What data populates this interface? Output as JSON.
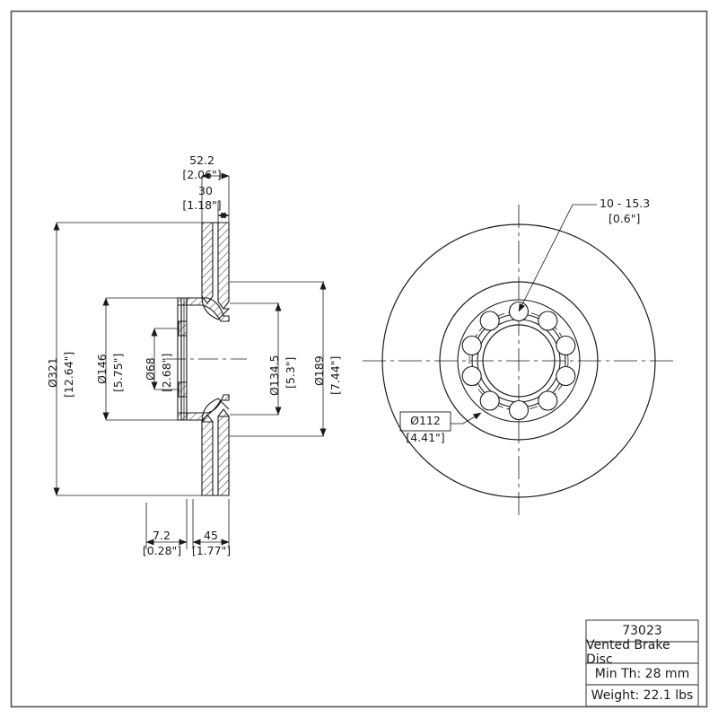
{
  "sheet": {
    "border_color": "#555555",
    "line_color": "#1a1a1a",
    "background": "#ffffff"
  },
  "title_block": {
    "part_number": "73023",
    "description": "Vented Brake Disc",
    "min_thickness": "Min Th: 28 mm",
    "weight": "Weight: 22.1 lbs"
  },
  "section_view": {
    "name": "cross-section-side-view",
    "top_dimensions": [
      {
        "metric": "52.2",
        "imperial": "[2.06\"]"
      },
      {
        "metric": "30",
        "imperial": "[1.18\"]"
      }
    ],
    "bottom_dimensions": [
      {
        "metric": "7.2",
        "imperial": "[0.28\"]"
      },
      {
        "metric": "45",
        "imperial": "[1.77\"]"
      }
    ],
    "vertical_dimensions": [
      {
        "metric": "Ø321",
        "imperial": "[12.64\"]"
      },
      {
        "metric": "Ø146",
        "imperial": "[5.75\"]"
      },
      {
        "metric": "Ø68",
        "imperial": "[2.68\"]"
      },
      {
        "metric": "Ø134.5",
        "imperial": "[5.3\"]"
      },
      {
        "metric": "Ø189",
        "imperial": "[7.44\"]"
      }
    ]
  },
  "front_view": {
    "name": "front-face-view",
    "bolt_hole_callout": {
      "metric": "10 - 15.3",
      "imperial": "[0.6\"]"
    },
    "bolt_circle_callout": {
      "metric": "Ø112",
      "imperial": "[4.41\"]"
    },
    "bolt_hole_count": 10
  }
}
